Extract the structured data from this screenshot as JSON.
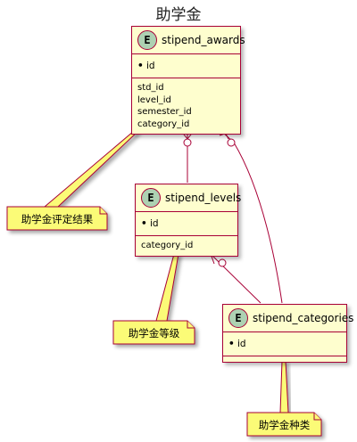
{
  "title": "助学金",
  "entities": {
    "stipend_awards": {
      "icon": "E",
      "name": "stipend_awards",
      "pk": "id",
      "attributes": [
        "std_id",
        "level_id",
        "semester_id",
        "category_id"
      ]
    },
    "stipend_levels": {
      "icon": "E",
      "name": "stipend_levels",
      "pk": "id",
      "attributes": [
        "category_id"
      ]
    },
    "stipend_categories": {
      "icon": "E",
      "name": "stipend_categories",
      "pk": "id",
      "attributes": []
    }
  },
  "notes": {
    "awards": "助学金评定结果",
    "levels": "助学金等级",
    "categories": "助学金种类"
  },
  "colors": {
    "border": "#a80036",
    "entity_fill": "#fefece",
    "icon_fill": "#add1b2",
    "note_fill": "#fbfb77"
  }
}
